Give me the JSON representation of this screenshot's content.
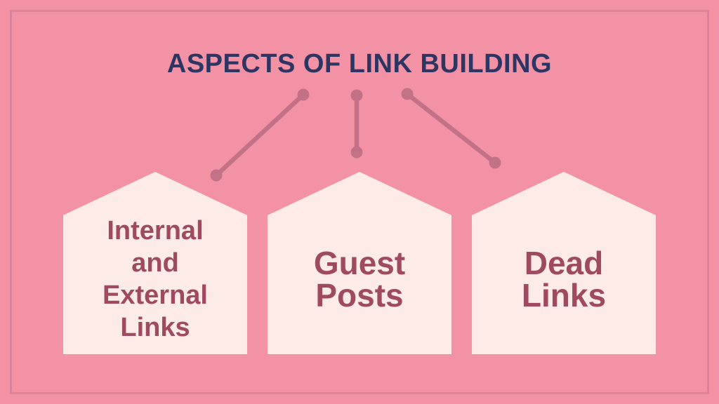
{
  "title": "ASPECTS OF LINK BUILDING",
  "cards": [
    {
      "id": "internal-external-links",
      "label": "Internal and External Links",
      "lines": [
        "Internal",
        "and",
        "External",
        "Links"
      ]
    },
    {
      "id": "guest-posts",
      "label": "Guest Posts",
      "lines": [
        "Guest",
        "Posts"
      ]
    },
    {
      "id": "dead-links",
      "label": "Dead Links",
      "lines": [
        "Dead",
        "Links"
      ]
    }
  ],
  "connectors": [
    {
      "from": "title",
      "to": "internal-external-links"
    },
    {
      "from": "title",
      "to": "guest-posts"
    },
    {
      "from": "title",
      "to": "dead-links"
    }
  ],
  "colors": {
    "background": "#f492a5",
    "frame": "#dd8298",
    "title": "#2d3563",
    "connector": "#c37187",
    "card_background": "#fcebe6",
    "card_text": "#a04a5f"
  }
}
